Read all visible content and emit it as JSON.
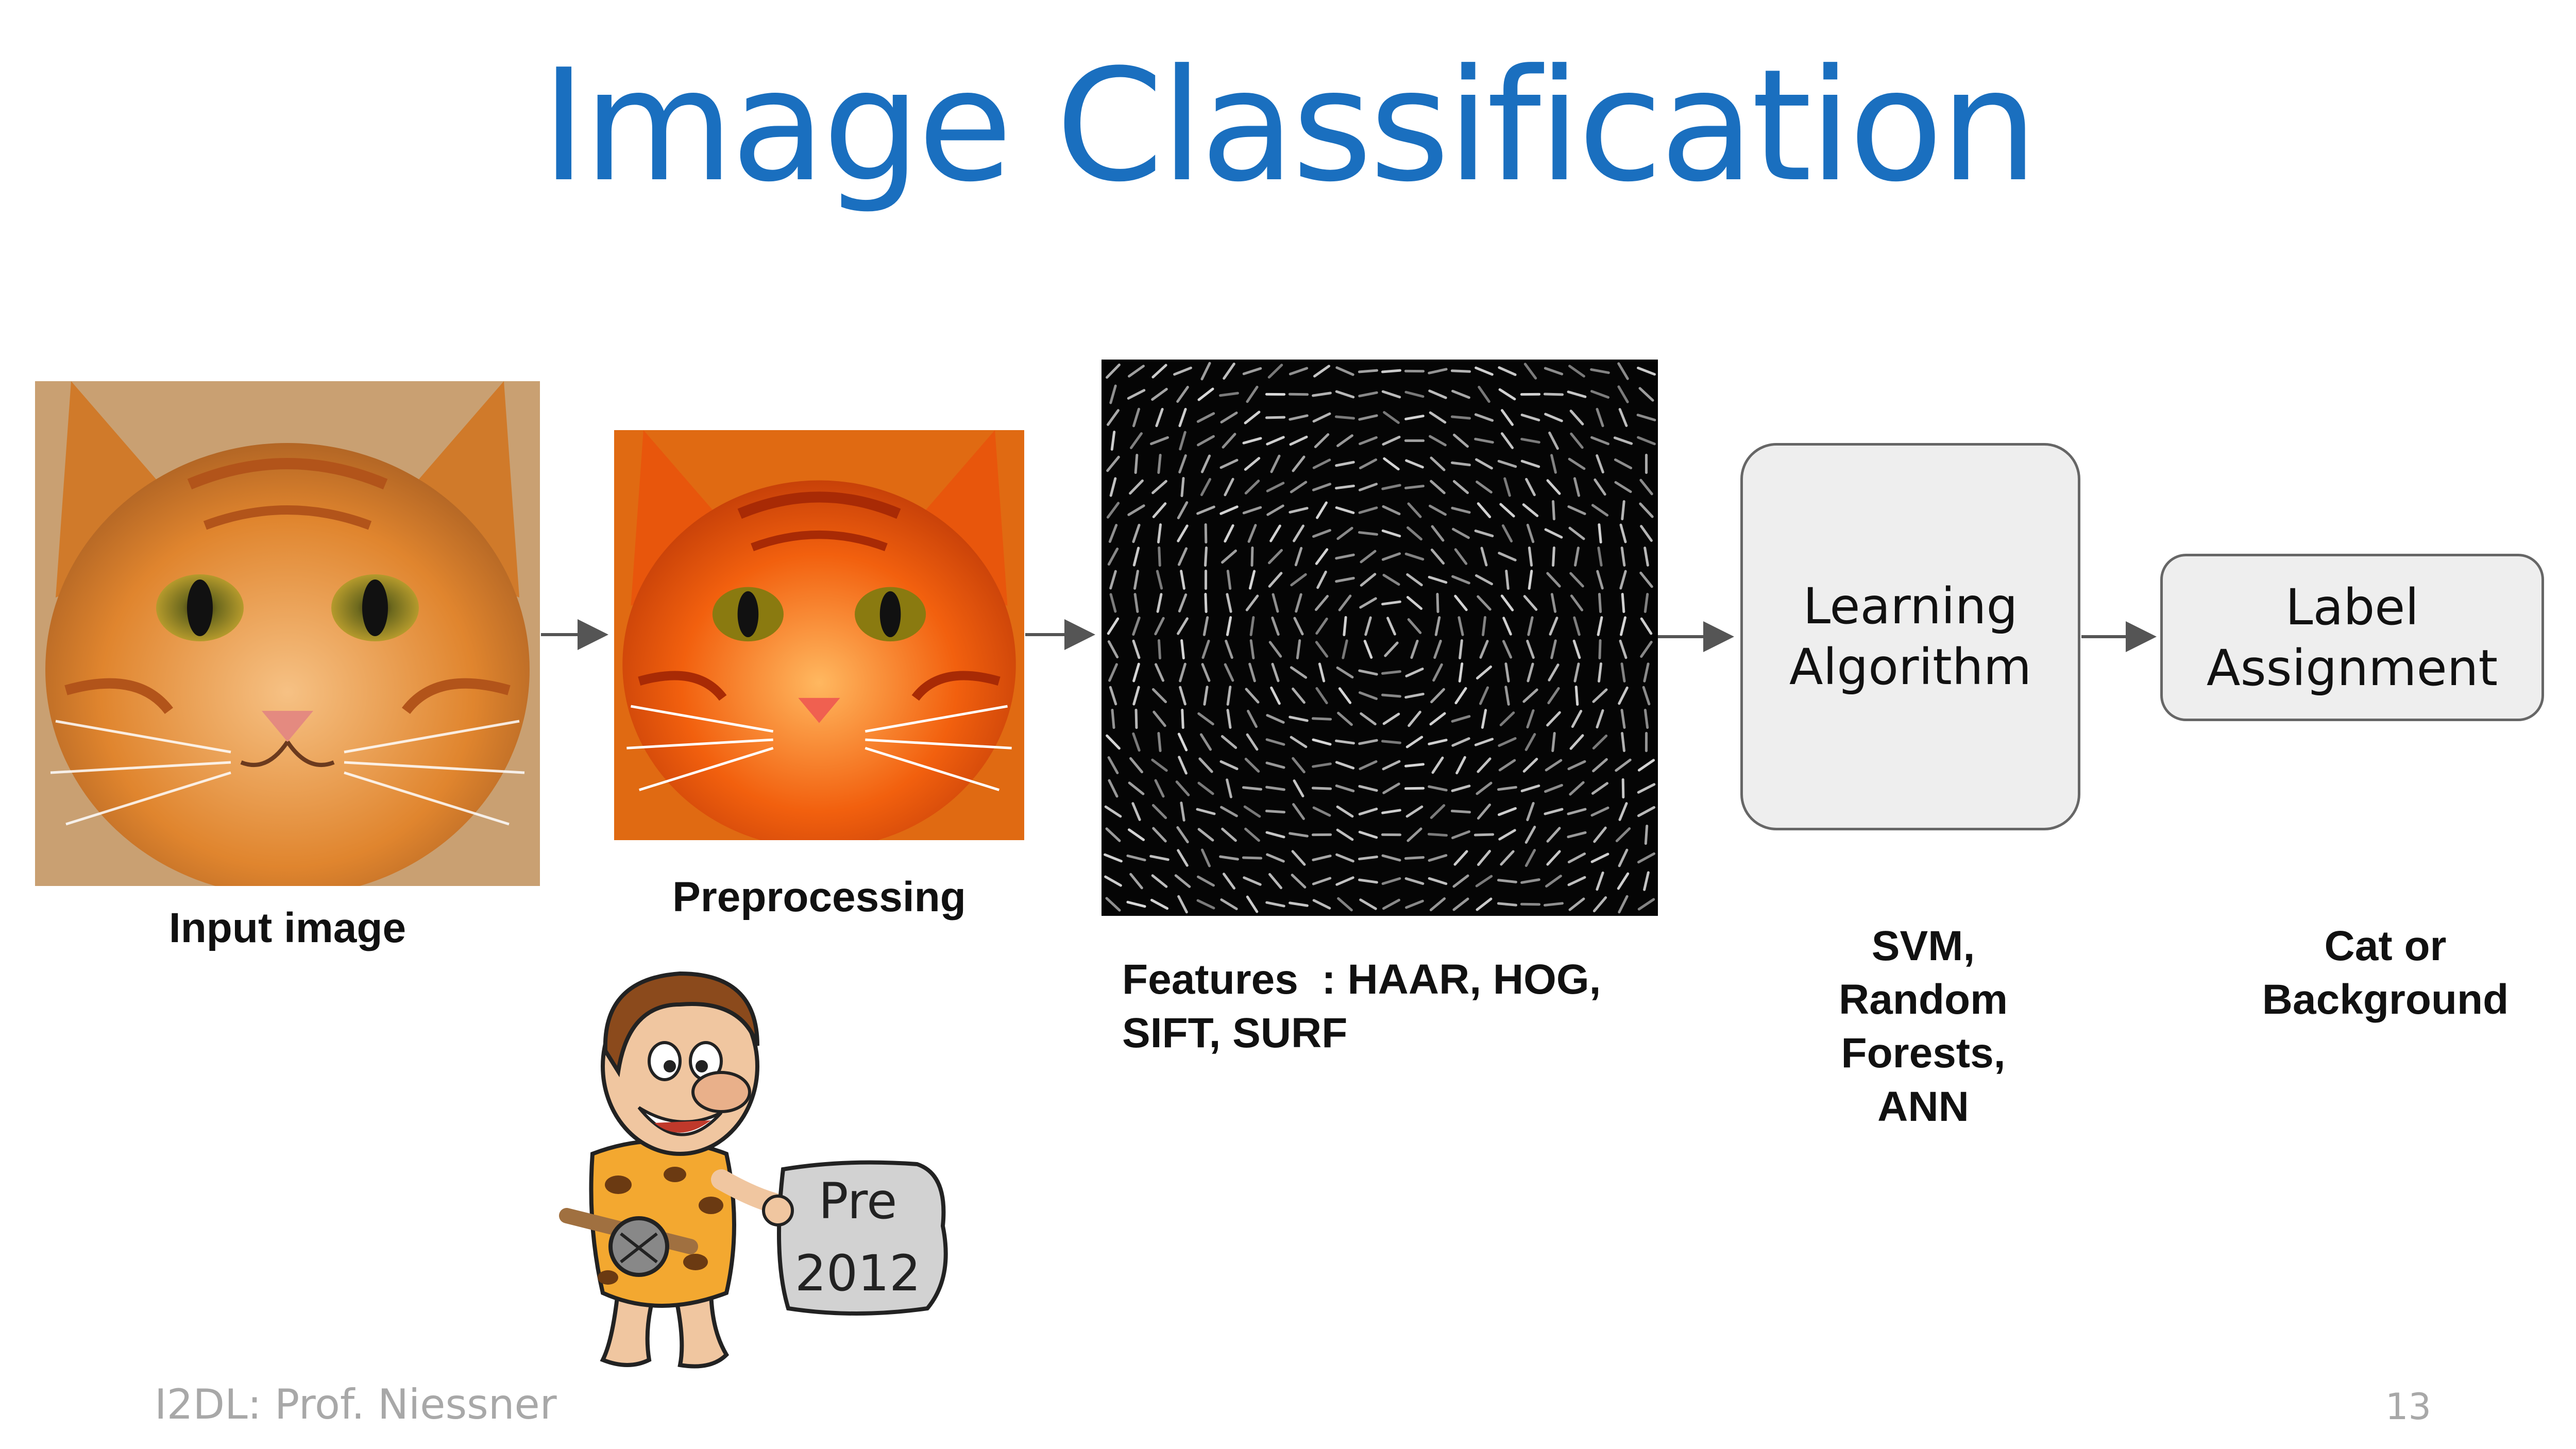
{
  "slide": {
    "title": "Image Classification",
    "footer": "I2DL: Prof. Niessner",
    "page_number": "13"
  },
  "pipeline": {
    "input_caption": "Input image",
    "preprocessing_caption": "Preprocessing",
    "features_caption_line1": "Features  : HAAR, HOG,",
    "features_caption_line2": "SIFT, SURF",
    "learning_box_line1": "Learning",
    "learning_box_line2": "Algorithm",
    "learning_caption": [
      "SVM,",
      "Random",
      "Forests,",
      "ANN"
    ],
    "label_box_line1": "Label",
    "label_box_line2": "Assignment",
    "label_caption": [
      "Cat or",
      "Background"
    ]
  },
  "caveman": {
    "sign_line1": "Pre",
    "sign_line2": "2012"
  },
  "colors": {
    "title": "#1a6fbf",
    "box_fill": "#eeeeee",
    "box_border": "#666666",
    "arrow": "#555555",
    "footer": "#a8a8a8"
  }
}
